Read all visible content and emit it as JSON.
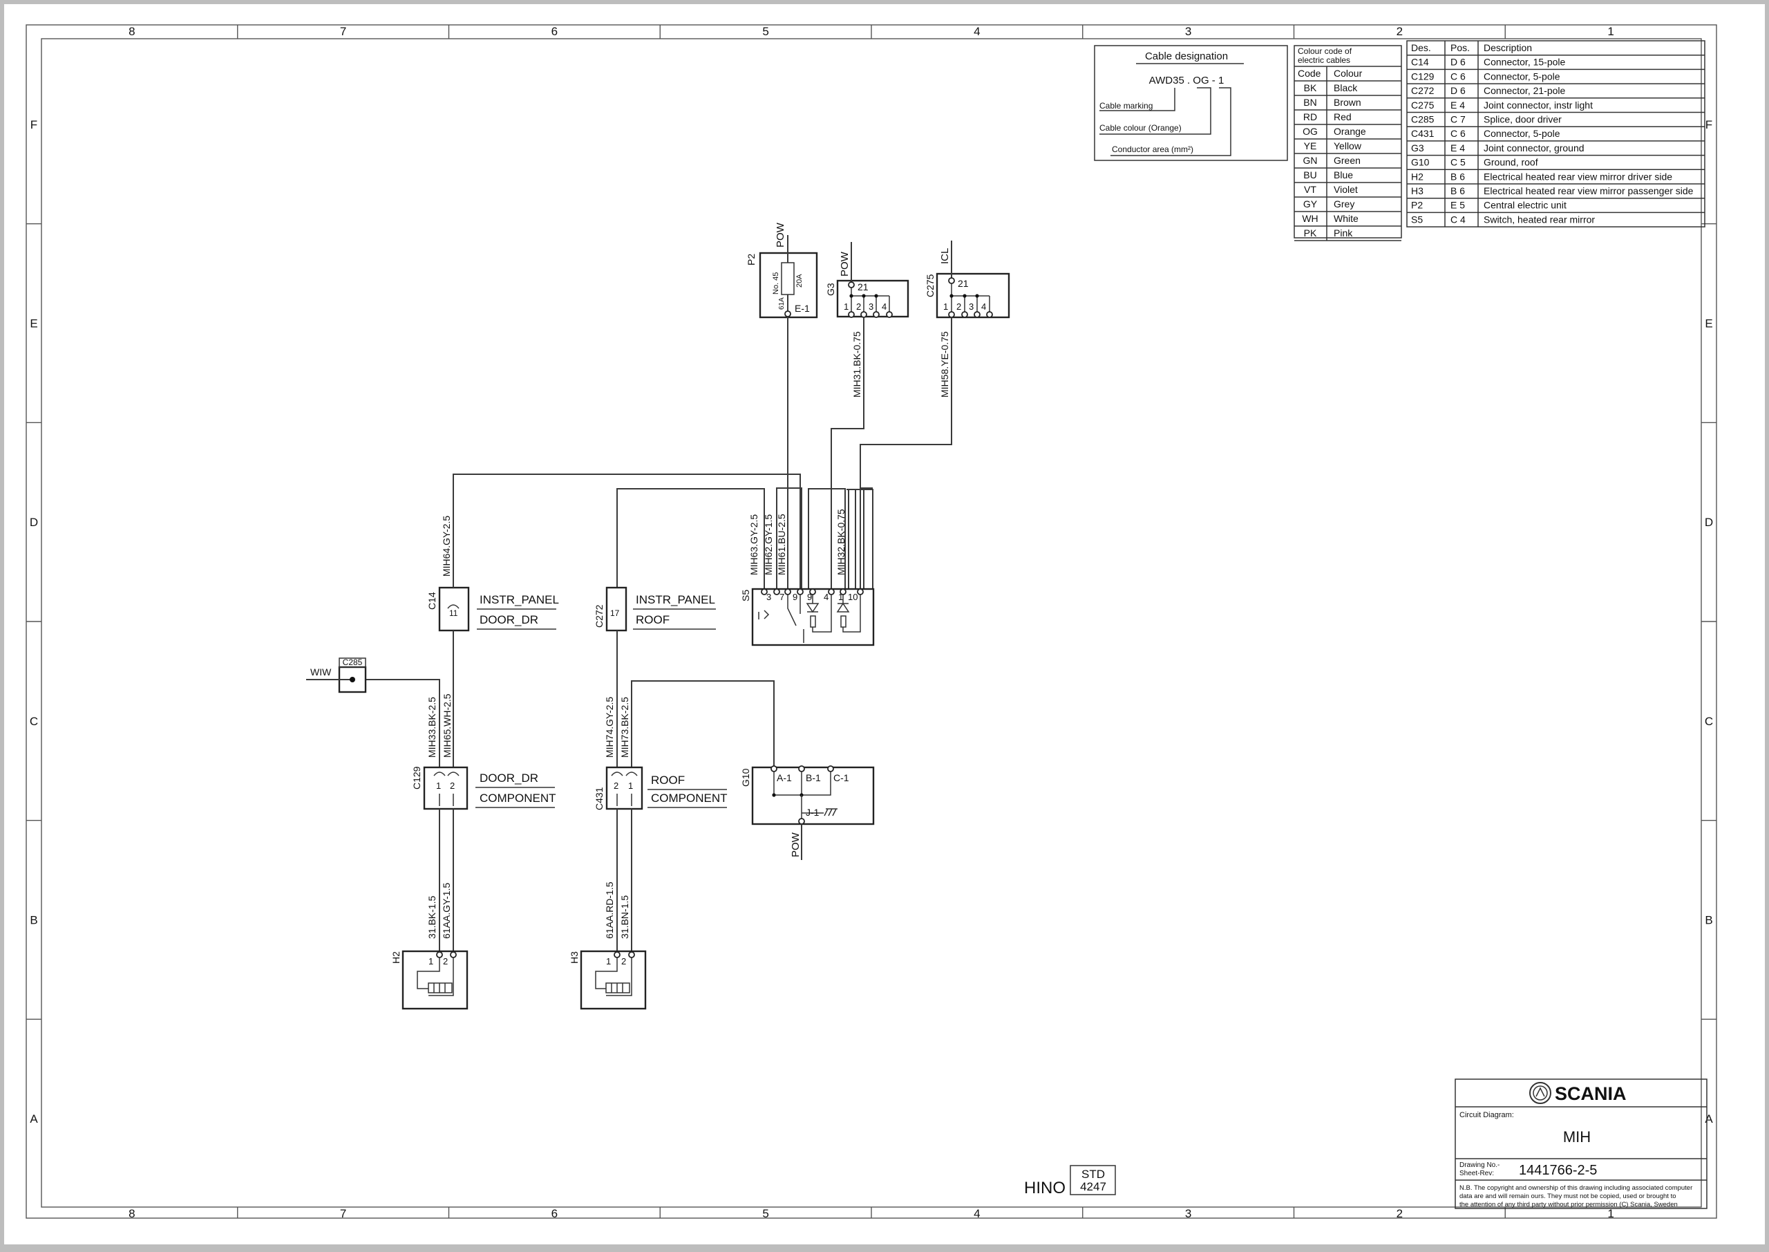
{
  "frame": {
    "columns": [
      "8",
      "7",
      "6",
      "5",
      "4",
      "3",
      "2",
      "1"
    ],
    "rows": [
      "F",
      "E",
      "D",
      "C",
      "B",
      "A"
    ]
  },
  "cable_designation": {
    "title": "Cable designation",
    "example": "AWD35 . OG  -  1",
    "cable_marking": "Cable marking",
    "cable_colour": "Cable colour (Orange)",
    "conductor_area": "Conductor area (mm²)"
  },
  "colour_codes": {
    "title_line1": "Colour code of",
    "title_line2": "electric cables",
    "header": [
      "Code",
      "Colour"
    ],
    "rows": [
      [
        "BK",
        "Black"
      ],
      [
        "BN",
        "Brown"
      ],
      [
        "RD",
        "Red"
      ],
      [
        "OG",
        "Orange"
      ],
      [
        "YE",
        "Yellow"
      ],
      [
        "GN",
        "Green"
      ],
      [
        "BU",
        "Blue"
      ],
      [
        "VT",
        "Violet"
      ],
      [
        "GY",
        "Grey"
      ],
      [
        "WH",
        "White"
      ],
      [
        "PK",
        "Pink"
      ]
    ]
  },
  "components_table": {
    "header": [
      "Des.",
      "Pos.",
      "Description"
    ],
    "rows": [
      [
        "C14",
        "D 6",
        "Connector, 15-pole"
      ],
      [
        "C129",
        "C 6",
        "Connector, 5-pole"
      ],
      [
        "C272",
        "D 6",
        "Connector, 21-pole"
      ],
      [
        "C275",
        "E 4",
        "Joint connector, instr light"
      ],
      [
        "C285",
        "C 7",
        "Splice, door driver"
      ],
      [
        "C431",
        "C 6",
        "Connector, 5-pole"
      ],
      [
        "G3",
        "E 4",
        "Joint connector, ground"
      ],
      [
        "G10",
        "C 5",
        "Ground, roof"
      ],
      [
        "H2",
        "B 6",
        "Electrical heated rear view mirror driver side"
      ],
      [
        "H3",
        "B 6",
        "Electrical heated rear view mirror passenger side"
      ],
      [
        "P2",
        "E 5",
        "Central electric unit"
      ],
      [
        "S5",
        "C 4",
        "Switch, heated rear mirror"
      ]
    ]
  },
  "diagram": {
    "p2": {
      "id": "P2",
      "supply": "POW",
      "fuse_no": "No. 45",
      "rating": "20A",
      "pin_in": "61A",
      "pin_out": "E-1"
    },
    "g3": {
      "id": "G3",
      "supply": "POW",
      "pin_top": "21",
      "pins": [
        "1",
        "2",
        "3",
        "4"
      ]
    },
    "c275": {
      "id": "C275",
      "supply": "ICL",
      "pin_top": "21",
      "pins": [
        "1",
        "2",
        "3",
        "4"
      ]
    },
    "s5": {
      "id": "S5",
      "pins": [
        "3",
        "7",
        "9",
        "9",
        "4",
        "1",
        "10"
      ]
    },
    "c14": {
      "id": "C14",
      "pin": "11",
      "label_top": "INSTR_PANEL",
      "label_bottom": "DOOR_DR"
    },
    "c272": {
      "id": "C272",
      "pin": "17",
      "label_top": "INSTR_PANEL",
      "label_bottom": "ROOF"
    },
    "c285": {
      "id": "C285",
      "wire": "WIW"
    },
    "c129": {
      "id": "C129",
      "pins": [
        "1",
        "2"
      ],
      "label_top": "DOOR_DR",
      "label_bottom": "COMPONENT"
    },
    "c431": {
      "id": "C431",
      "pins": [
        "2",
        "1"
      ],
      "label_top": "ROOF",
      "label_bottom": "COMPONENT"
    },
    "g10": {
      "id": "G10",
      "pins": [
        "A-1",
        "B-1",
        "C-1",
        "J-1"
      ],
      "supply": "POW"
    },
    "h2": {
      "id": "H2",
      "pins": [
        "1",
        "2"
      ]
    },
    "h3": {
      "id": "H3",
      "pins": [
        "1",
        "2"
      ]
    },
    "wires": {
      "mih31": "MIH31.BK-0.75",
      "mih58": "MIH58.YE-0.75",
      "mih63": "MIH63.GY-2.5",
      "mih62": "MIH62.GY-1.5",
      "mih61": "MIH61.BU-2.5",
      "mih32": "MIH32.BK-0.75",
      "mih64": "MIH64.GY-2.5",
      "mih33": "MIH33.BK-2.5",
      "mih65": "MIH65.WH-2.5",
      "mih74": "MIH74.GY-2.5",
      "mih73": "MIH73.BK-2.5",
      "w31_h2": "31.BK-1.5",
      "w61aa_gy": "61AA.GY-1.5",
      "w61aa_rd": "61AA.RD-1.5",
      "w31_h3": "31.BN-1.5"
    }
  },
  "title_block": {
    "brand": "SCANIA",
    "circuit_label": "Circuit Diagram:",
    "circuit_name": "MIH",
    "drawing_label_1": "Drawing No.-",
    "drawing_label_2": "Sheet-Rev:",
    "drawing_no": "1441766-2-5",
    "note_1": "N.B. The copyright and ownership of this drawing including associated computer",
    "note_2": "data are and will remain ours. They must not be copied, used or brought to",
    "note_3": "the attention of any third party without prior permission (C) Scania, Sweden"
  },
  "stamp": {
    "maker": "HINO",
    "std_1": "STD",
    "std_2": "4247"
  }
}
